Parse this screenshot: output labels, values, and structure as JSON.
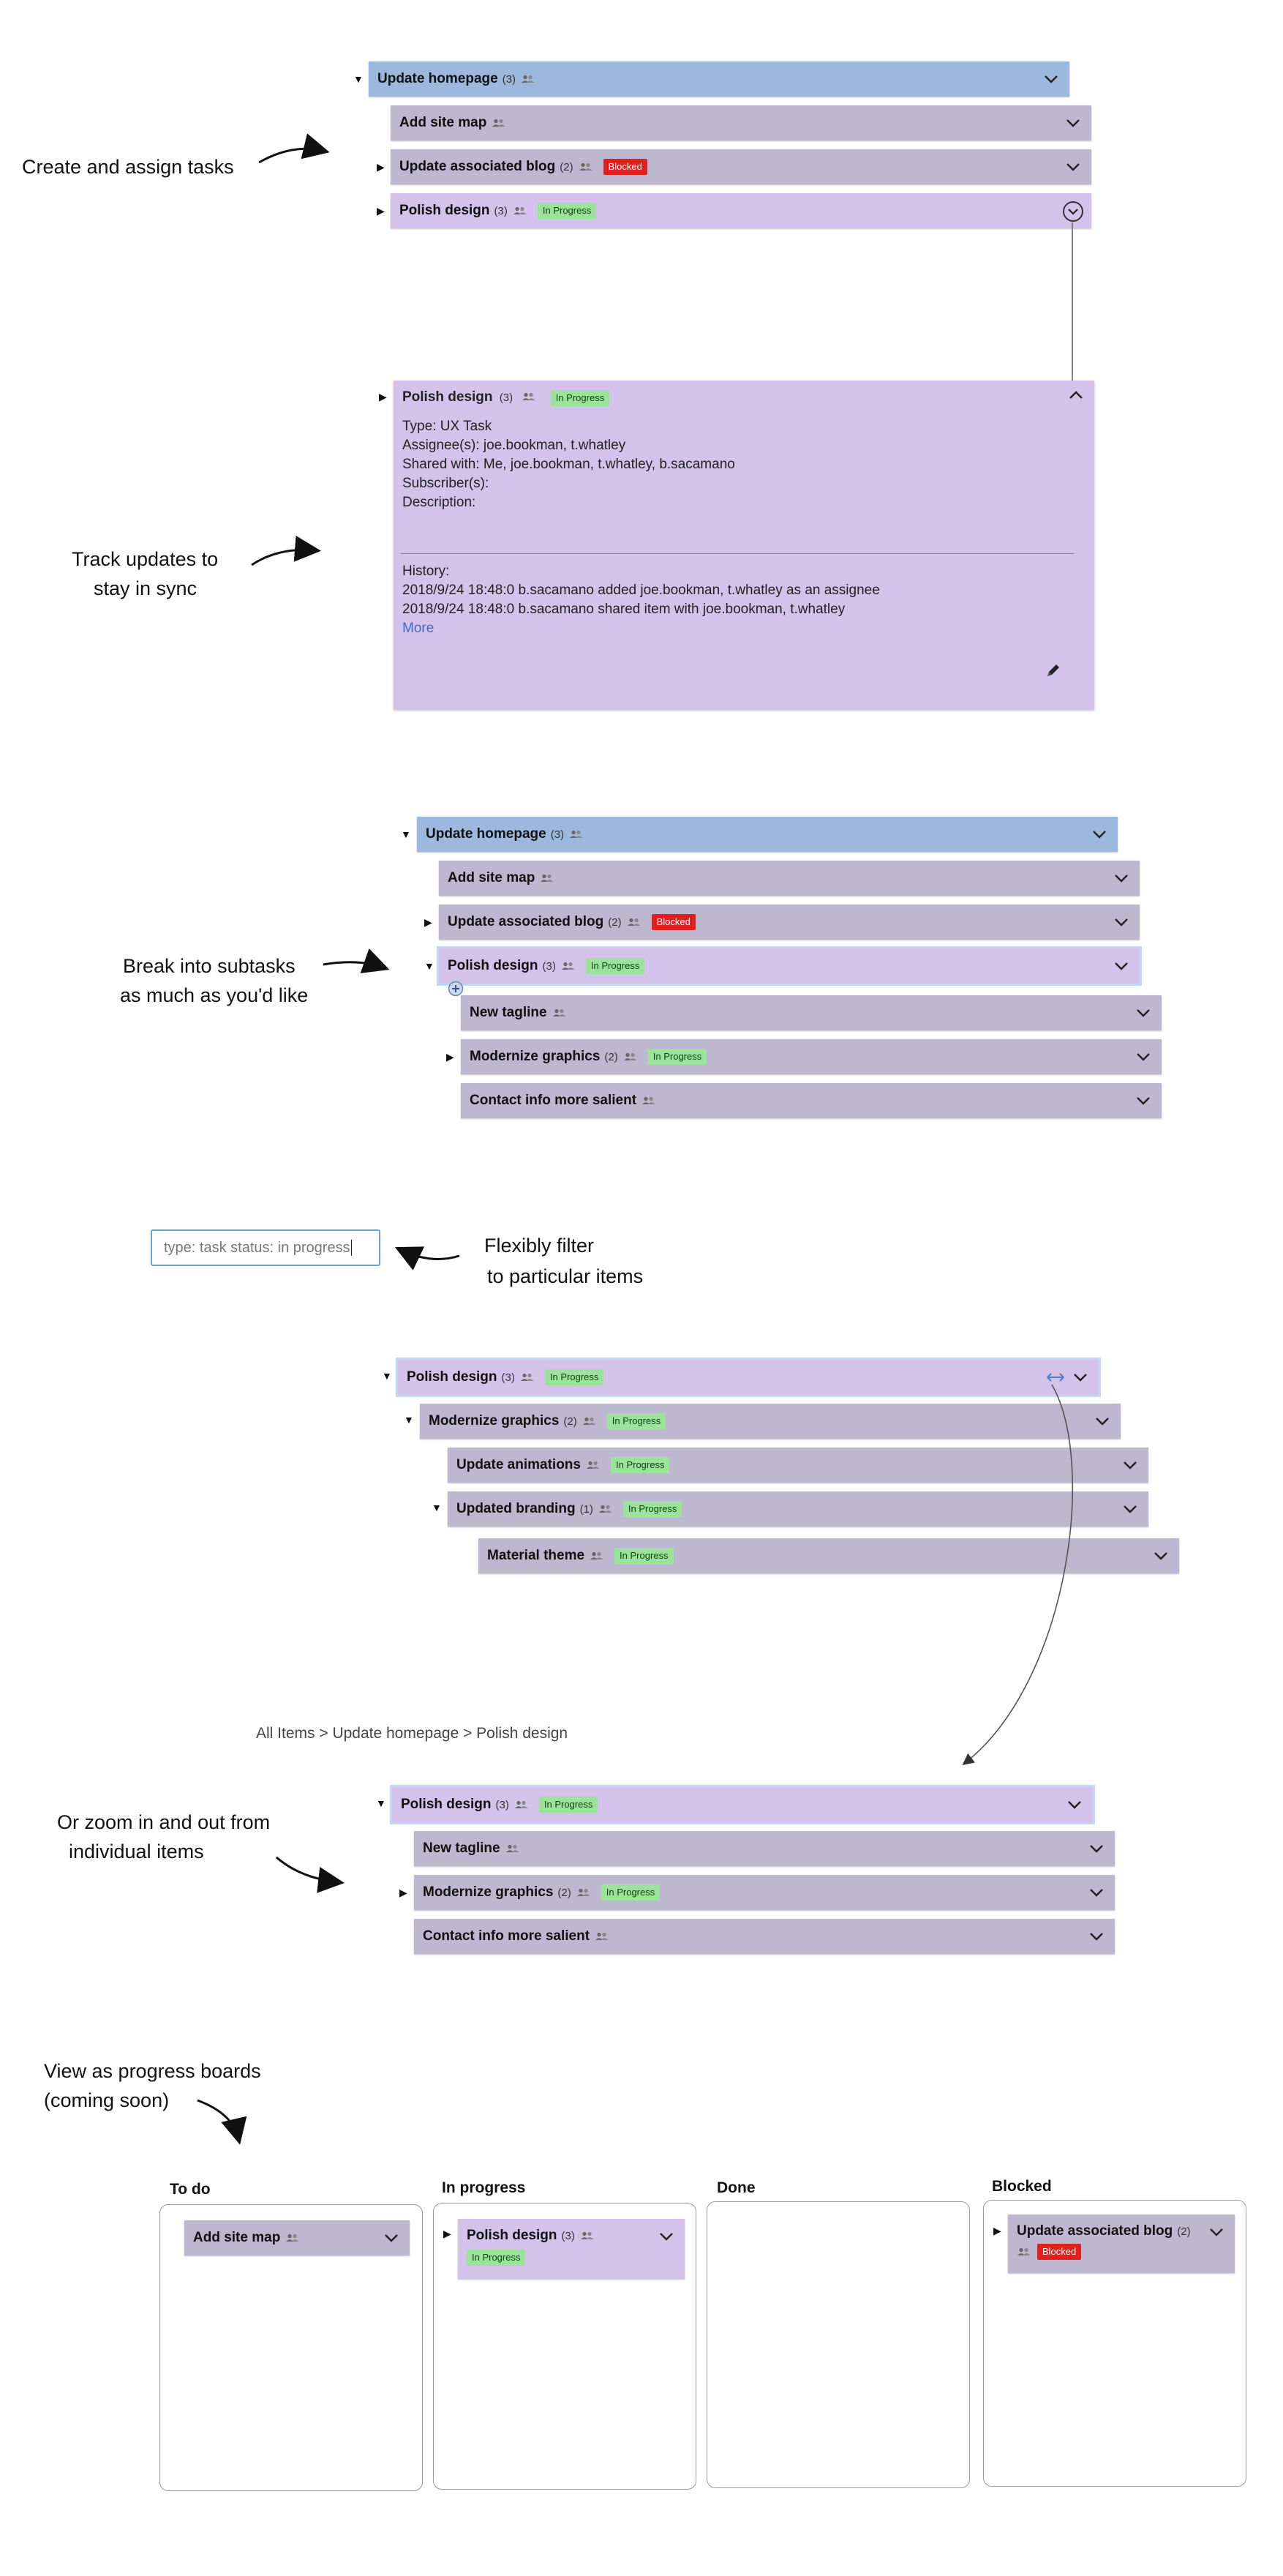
{
  "annotations": {
    "create": "Create and assign tasks",
    "track_1": "Track updates to",
    "track_2": "stay in sync",
    "break_1": "Break into subtasks",
    "break_2": "as much as you'd like",
    "filter_1": "Flexibly filter",
    "filter_2": "to particular items",
    "zoom_1": "Or zoom in and out from",
    "zoom_2": "individual items",
    "boards_1": "View as progress boards",
    "boards_2": "(coming soon)"
  },
  "tasks": {
    "update_homepage": {
      "title": "Update homepage",
      "count": "(3)"
    },
    "add_site_map": {
      "title": "Add site map"
    },
    "update_blog": {
      "title": "Update associated blog",
      "count": "(2)",
      "status": "Blocked"
    },
    "polish_design": {
      "title": "Polish design",
      "count": "(3)",
      "status": "In Progress"
    },
    "new_tagline": {
      "title": "New tagline"
    },
    "modernize_graphics": {
      "title": "Modernize graphics",
      "count": "(2)",
      "status": "In Progress"
    },
    "contact_info": {
      "title": "Contact info more salient"
    },
    "update_animations": {
      "title": "Update animations",
      "status": "In Progress"
    },
    "updated_branding": {
      "title": "Updated branding",
      "count": "(1)",
      "status": "In Progress"
    },
    "material_theme": {
      "title": "Material theme",
      "status": "In Progress"
    }
  },
  "detail": {
    "type": "Type: UX Task",
    "assignees": "Assignee(s): joe.bookman, t.whatley",
    "shared": "Shared with: Me, joe.bookman, t.whatley, b.sacamano",
    "subscribers": "Subscriber(s):",
    "description": "Description:",
    "history_label": "History:",
    "history": [
      "2018/9/24 18:48:0  b.sacamano added joe.bookman, t.whatley as an assignee",
      "2018/9/24 18:48:0  b.sacamano shared item with joe.bookman, t.whatley"
    ],
    "more": "More"
  },
  "filter": {
    "value": "type: task status: in progress"
  },
  "breadcrumb": "All Items > Update homepage > Polish design",
  "board": {
    "columns": [
      "To do",
      "In progress",
      "Done",
      "Blocked"
    ]
  },
  "icons": {
    "people": "people-icon",
    "chevron": "chevron-down-icon",
    "expand": "expand-triangle-icon",
    "pencil": "pencil-icon",
    "plus": "plus-icon",
    "zoom": "zoom-arrows-icon"
  },
  "colors": {
    "top_level": "#9cb8dc",
    "item": "#bdb7cf",
    "selected": "#d5c2ea",
    "in_progress": "#9be39b",
    "blocked": "#e0201f"
  }
}
